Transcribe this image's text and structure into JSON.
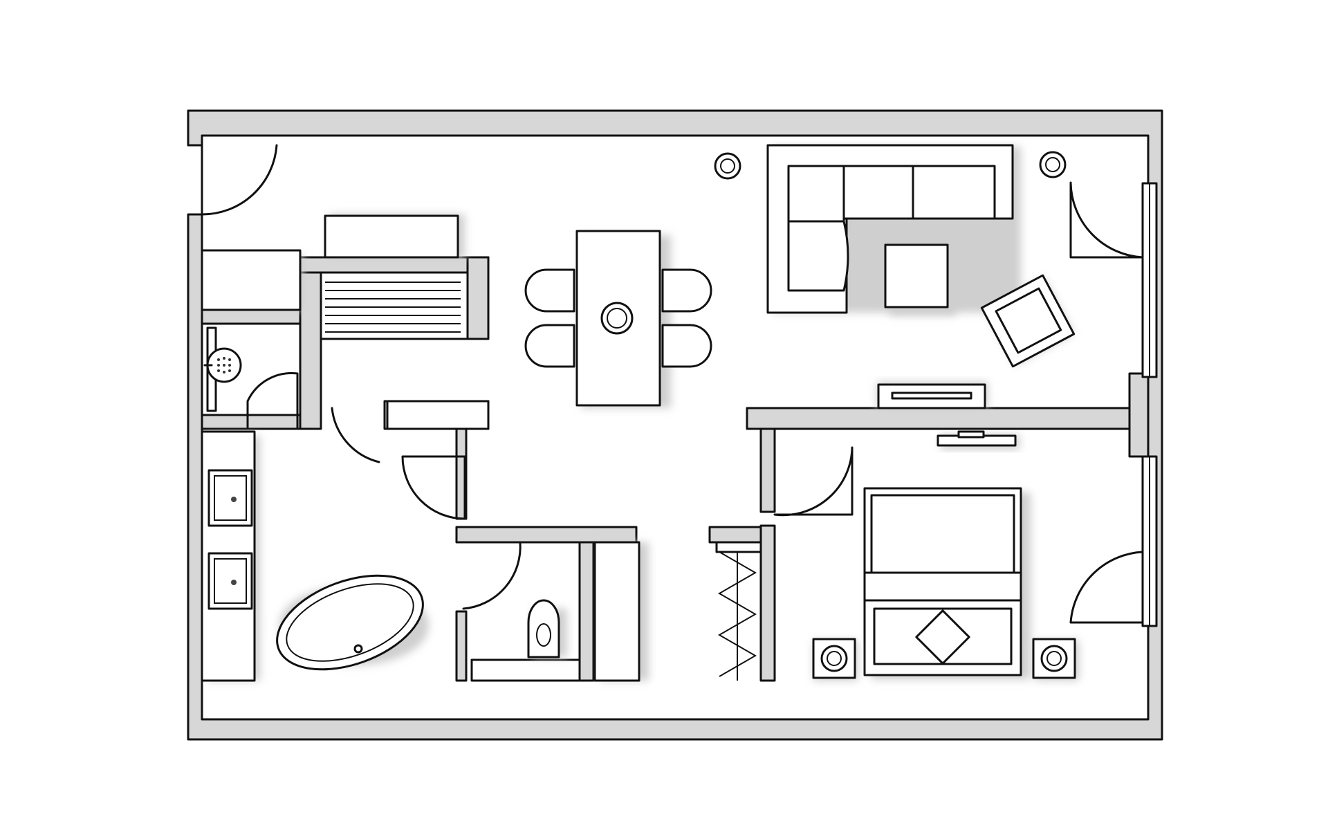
{
  "plan": {
    "rooms": [
      {
        "name": "entrance-hall"
      },
      {
        "name": "storage-closet"
      },
      {
        "name": "shower-room"
      },
      {
        "name": "kitchen"
      },
      {
        "name": "dining-area"
      },
      {
        "name": "living-room"
      },
      {
        "name": "bathroom"
      },
      {
        "name": "toilet"
      },
      {
        "name": "wardrobe-closet"
      },
      {
        "name": "bedroom"
      }
    ],
    "colors": {
      "wall_fill": "#d7d7d7",
      "line": "#111111",
      "shadow": "#cfcfcf",
      "background": "#ffffff"
    }
  }
}
